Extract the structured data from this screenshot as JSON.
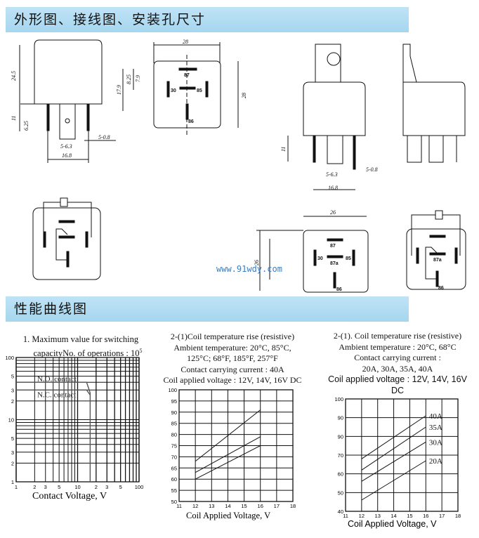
{
  "sections": {
    "dimensions": "外形图、接线图、安装孔尺寸",
    "performance": "性能曲线图"
  },
  "watermark": "www.91wdy.com",
  "dimensions": {
    "height_body": "24.5",
    "width_top": "28",
    "height_side": "28",
    "pin_len": "11",
    "pin_off": "6.25",
    "pin_width": "5-6.3",
    "pin_thick": "5-0.8",
    "pin_span": "16.8",
    "v1": "17.9",
    "v2": "8.25",
    "v3": "7.9",
    "bottom_width": "26",
    "bottom_height": "26"
  },
  "pins": {
    "p87": "87",
    "p87a": "87a",
    "p30": "30",
    "p85": "85",
    "p86": "86"
  },
  "chart_data": [
    {
      "type": "line",
      "title": "1. Maximum value for switching",
      "subtitle": "capacityNo. of operations : 10",
      "subtitle_sup": "5",
      "xlabel": "Contact Voltage, V",
      "ylabel": "",
      "xscale": "log",
      "yscale": "log",
      "xlim": [
        1,
        100
      ],
      "ylim": [
        1,
        100
      ],
      "xticks": [
        {
          "v": 1,
          "l": "1"
        },
        {
          "v": 2,
          "l": "2"
        },
        {
          "v": 3,
          "l": "3"
        },
        {
          "v": 5,
          "l": "5"
        },
        {
          "v": 10,
          "l": "10"
        },
        {
          "v": 20,
          "l": "2"
        },
        {
          "v": 30,
          "l": "3"
        },
        {
          "v": 50,
          "l": "5"
        },
        {
          "v": 100,
          "l": "100"
        }
      ],
      "yticks": [
        {
          "v": 1,
          "l": "1"
        },
        {
          "v": 2,
          "l": "2"
        },
        {
          "v": 3,
          "l": "3"
        },
        {
          "v": 5,
          "l": "5"
        },
        {
          "v": 10,
          "l": "10"
        },
        {
          "v": 20,
          "l": "2"
        },
        {
          "v": 30,
          "l": "3"
        },
        {
          "v": 50,
          "l": "5"
        },
        {
          "v": 100,
          "l": "100"
        }
      ],
      "series": [
        {
          "name": "N.O. contact",
          "x": [
            1,
            14,
            16,
            16
          ],
          "y": [
            40,
            40,
            27,
            1
          ]
        },
        {
          "name": "N.C. contact",
          "x": [
            1,
            14,
            16
          ],
          "y": [
            30,
            30,
            25
          ]
        }
      ],
      "grid": true
    },
    {
      "type": "line",
      "title": [
        "2-(1)Coil temperature rise (resistive)",
        "Ambient temperature: 20°C, 85°C,",
        "125°C; 68°F, 185°F, 257°F",
        "Contact carrying current : 40A",
        "Coil applied voltage : 12V, 14V, 16V DC"
      ],
      "xlabel": "Coil Applied Voltage, V",
      "xlim": [
        11,
        18
      ],
      "ylim": [
        50,
        100
      ],
      "xticks": [
        "11",
        "12",
        "13",
        "14",
        "15",
        "16",
        "17",
        "18"
      ],
      "yticks": [
        "50",
        "55",
        "60",
        "65",
        "70",
        "75",
        "80",
        "85",
        "90",
        "95",
        "100"
      ],
      "series": [
        {
          "name": "line1",
          "x": [
            12,
            16
          ],
          "y": [
            68,
            91
          ]
        },
        {
          "name": "line2",
          "x": [
            12,
            16
          ],
          "y": [
            63,
            79
          ]
        },
        {
          "name": "line3",
          "x": [
            12,
            16
          ],
          "y": [
            60,
            75
          ]
        }
      ],
      "grid": true
    },
    {
      "type": "line",
      "title": [
        "2-(1). Coil temperature rise (resistive)",
        "Ambient temperature : 20°C, 68°C",
        "Contact carrying current :",
        "20A, 30A, 35A, 40A",
        "Coil applied voltage : 12V, 14V, 16V",
        "DC"
      ],
      "xlabel": "Coil Applied Voltage, V",
      "xlim": [
        11,
        18
      ],
      "ylim": [
        40,
        100
      ],
      "xticks": [
        "11",
        "12",
        "13",
        "14",
        "15",
        "16",
        "17",
        "18"
      ],
      "yticks": [
        "40",
        "50",
        "60",
        "70",
        "90",
        "90",
        "100"
      ],
      "series": [
        {
          "name": "40A",
          "x": [
            12,
            16
          ],
          "y": [
            68,
            91
          ]
        },
        {
          "name": "35A",
          "x": [
            12,
            16
          ],
          "y": [
            62,
            85
          ]
        },
        {
          "name": "30A",
          "x": [
            12,
            16
          ],
          "y": [
            56,
            77
          ]
        },
        {
          "name": "20A",
          "x": [
            12,
            16
          ],
          "y": [
            46,
            67
          ]
        }
      ],
      "grid": true
    }
  ]
}
